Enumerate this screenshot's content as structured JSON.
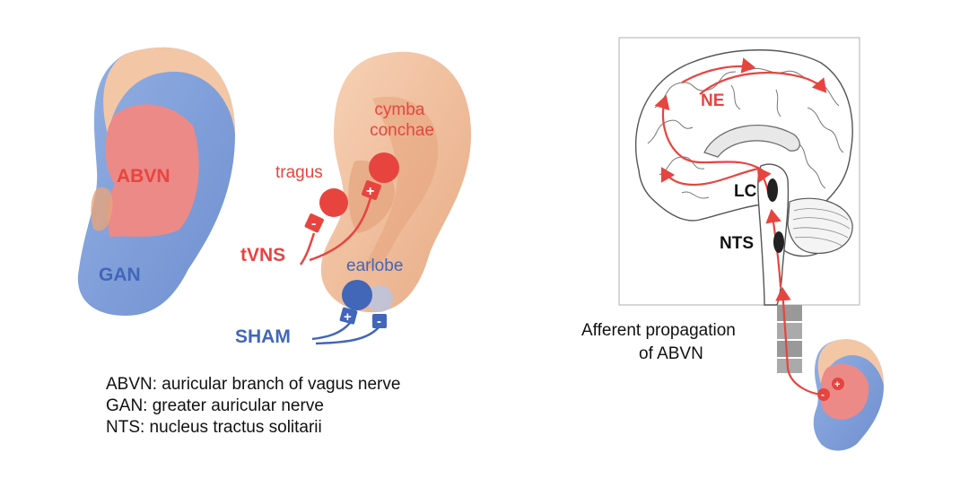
{
  "colors": {
    "skin": "#f3c7a6",
    "skin_dark": "#e6a47c",
    "abvn_region": "#ec8a88",
    "gan_region": "#7f9fd8",
    "tvns": "#e8443f",
    "sham": "#4266b8",
    "brain_box_border": "#bdbdbd"
  },
  "left_ear": {
    "abvn_label": "ABVN",
    "gan_label": "GAN"
  },
  "stim_ear": {
    "cymba_label": "cymba\nconchae",
    "tragus_label": "tragus",
    "earlobe_label": "earlobe",
    "tvns_label": "tVNS",
    "sham_label": "SHAM",
    "plus_sign": "+",
    "minus_sign": "-"
  },
  "brain": {
    "ne_label": "NE",
    "lc_label": "LC",
    "nts_label": "NTS",
    "afferent_label_line1": "Afferent  propagation",
    "afferent_label_line2": "of ABVN"
  },
  "legend": [
    "ABVN: auricular branch of vagus nerve",
    "GAN: greater auricular nerve",
    "NTS: nucleus tractus solitarii"
  ]
}
